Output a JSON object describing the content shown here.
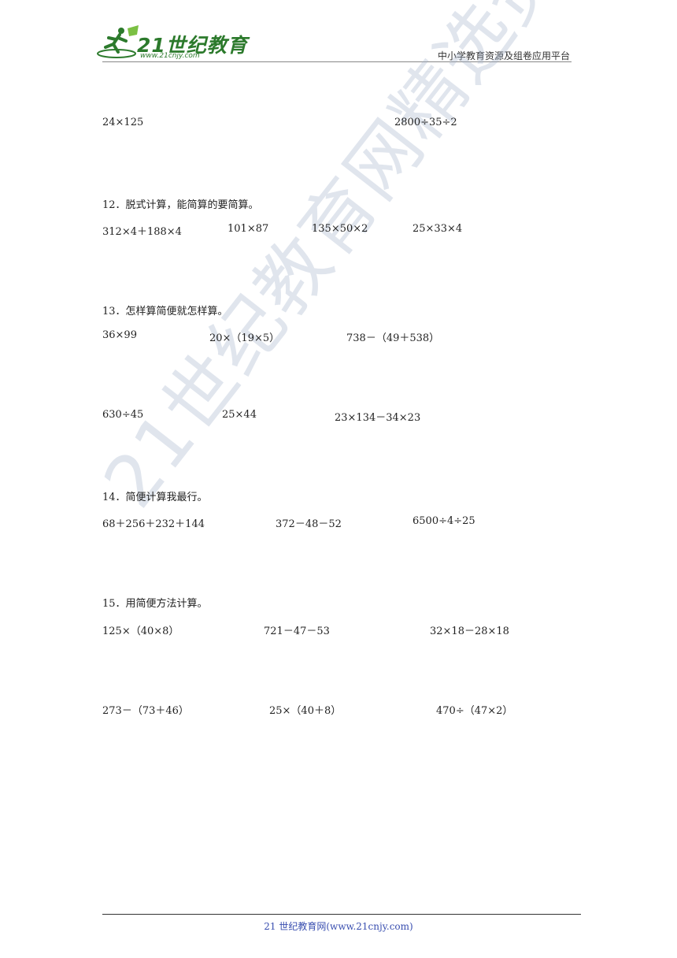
{
  "header": {
    "logo_text": "21世纪教育",
    "logo_url": "www.21cnjy.com",
    "right_title": "中小学教育资源及组卷应用平台"
  },
  "top_row": [
    "24×125",
    "2800÷35÷2"
  ],
  "questions": [
    {
      "title": "12．脱式计算，能简算的要简算。",
      "rows": [
        [
          "312×4＋188×4",
          "101×87",
          "135×50×2",
          "25×33×4"
        ]
      ]
    },
    {
      "title": "13．怎样算简便就怎样算。",
      "rows": [
        [
          "36×99",
          "20×（19×5）",
          "738－（49＋538）"
        ],
        [
          "630÷45",
          "25×44",
          "23×134－34×23"
        ]
      ]
    },
    {
      "title": "14．简便计算我最行。",
      "rows": [
        [
          "68＋256＋232＋144",
          "372－48－52",
          "6500÷4÷25"
        ]
      ]
    },
    {
      "title": "15．用简便方法计算。",
      "rows": [
        [
          "125×（40×8）",
          "721－47－53",
          "32×18－28×18"
        ],
        [
          "273－（73＋46）",
          "25×（40＋8）",
          "470÷（47×2）"
        ]
      ]
    }
  ],
  "watermark": "21世纪教育网精选资料",
  "footer": "21 世纪教育网(www.21cnjy.com)"
}
